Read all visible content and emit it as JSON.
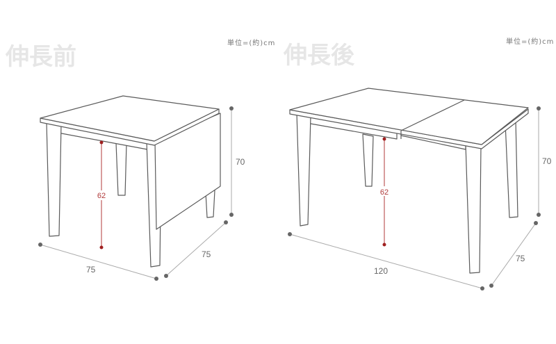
{
  "before": {
    "title": "伸長前",
    "unit": "単位=(約)cm",
    "height": "70",
    "width": "75",
    "depth": "75",
    "clearance": "62"
  },
  "after": {
    "title": "伸長後",
    "unit": "単位=(約)cm",
    "height": "70",
    "width": "120",
    "depth": "75",
    "clearance": "62"
  },
  "colors": {
    "line": "#5a5a5a",
    "accent": "#b03a3a",
    "title": "#e6e6e6"
  }
}
